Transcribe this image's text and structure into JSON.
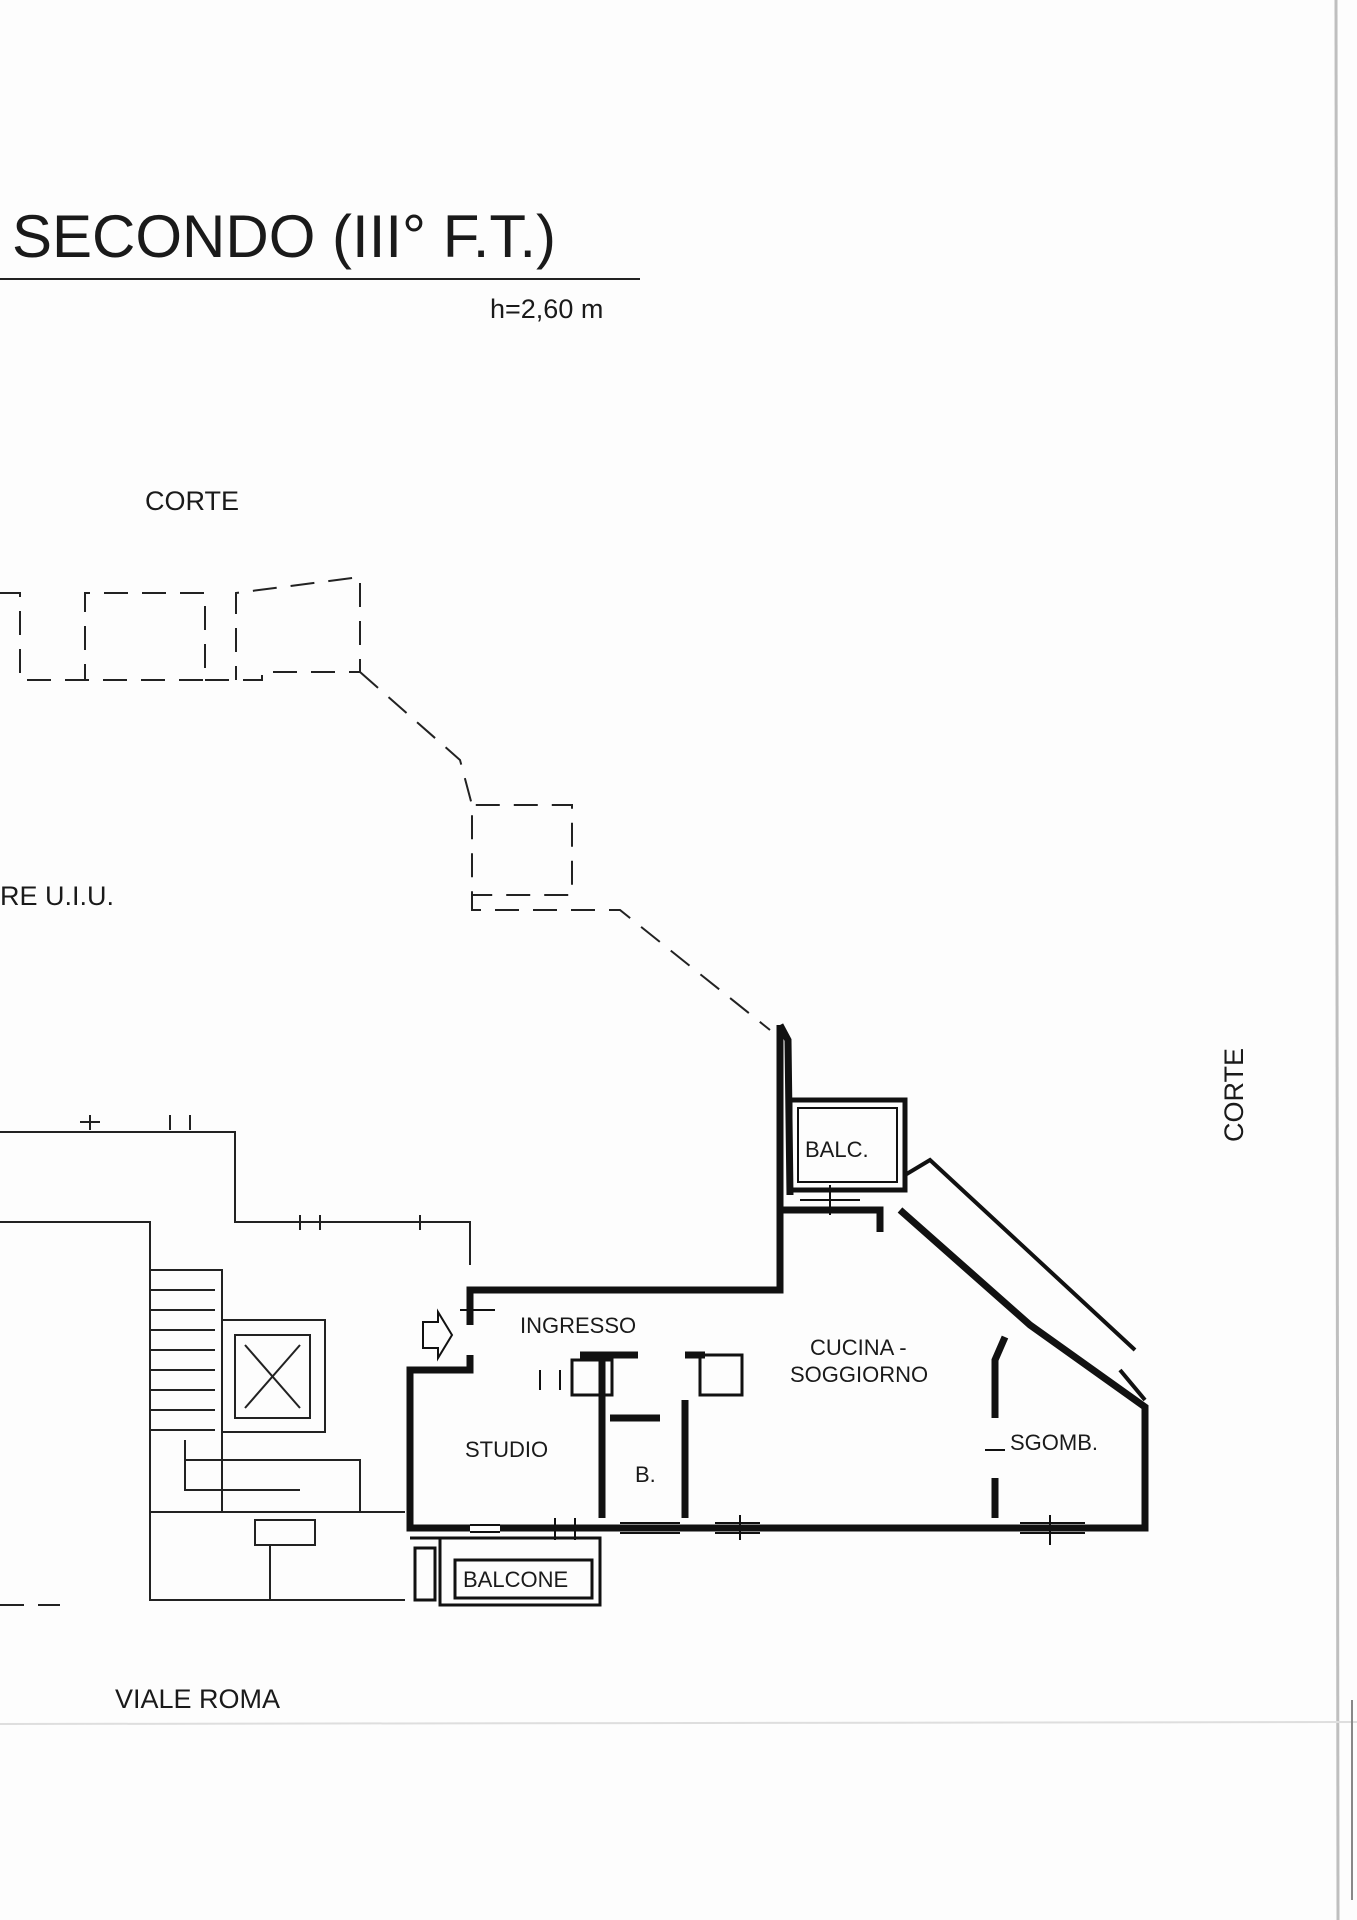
{
  "header": {
    "title": "SECONDO (III° F.T.)",
    "height": "h=2,60 m"
  },
  "labels": {
    "corte_top": "CORTE",
    "corte_right": "CORTE",
    "altre_uiu": "RE U.I.U.",
    "viale": "VIALE ROMA"
  },
  "rooms": {
    "balc": "BALC.",
    "ingresso": "INGRESSO",
    "cucina": "CUCINA -",
    "soggiorno": "SOGGIORNO",
    "studio": "STUDIO",
    "bagno": "B.",
    "sgomb": "SGOMB.",
    "balcone": "BALCONE"
  }
}
